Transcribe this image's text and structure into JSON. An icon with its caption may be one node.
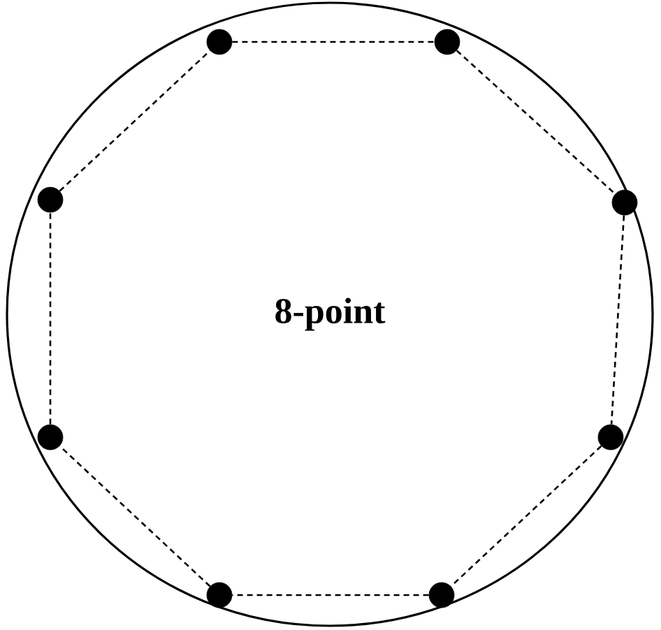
{
  "diagram": {
    "nodes": [
      {
        "text": [],
        "shape": "circle"
      },
      {
        "text": [],
        "shape": "circle"
      },
      {
        "text": [],
        "shape": "circle"
      },
      {
        "text": [],
        "shape": "circle"
      },
      {
        "text": [],
        "shape": "circle"
      },
      {
        "text": [],
        "shape": "circle"
      },
      {
        "text": [],
        "shape": "circle"
      },
      {
        "text": [],
        "shape": "circle"
      }
    ],
    "edges": [
      {
        "from": 0,
        "to": 1,
        "arrow": "none",
        "style": "dashed"
      },
      {
        "from": 1,
        "to": 2,
        "arrow": "none",
        "style": "dashed"
      },
      {
        "from": 2,
        "to": 3,
        "arrow": "none",
        "style": "dashed"
      },
      {
        "from": 3,
        "to": 4,
        "arrow": "none",
        "style": "dashed"
      },
      {
        "from": 4,
        "to": 5,
        "arrow": "none",
        "style": "dashed"
      },
      {
        "from": 5,
        "to": 6,
        "arrow": "none",
        "style": "dashed"
      },
      {
        "from": 6,
        "to": 7,
        "arrow": "none",
        "style": "dashed"
      },
      {
        "from": 7,
        "to": 0,
        "arrow": "none",
        "style": "dashed"
      }
    ],
    "labels": [
      "8-point"
    ]
  }
}
